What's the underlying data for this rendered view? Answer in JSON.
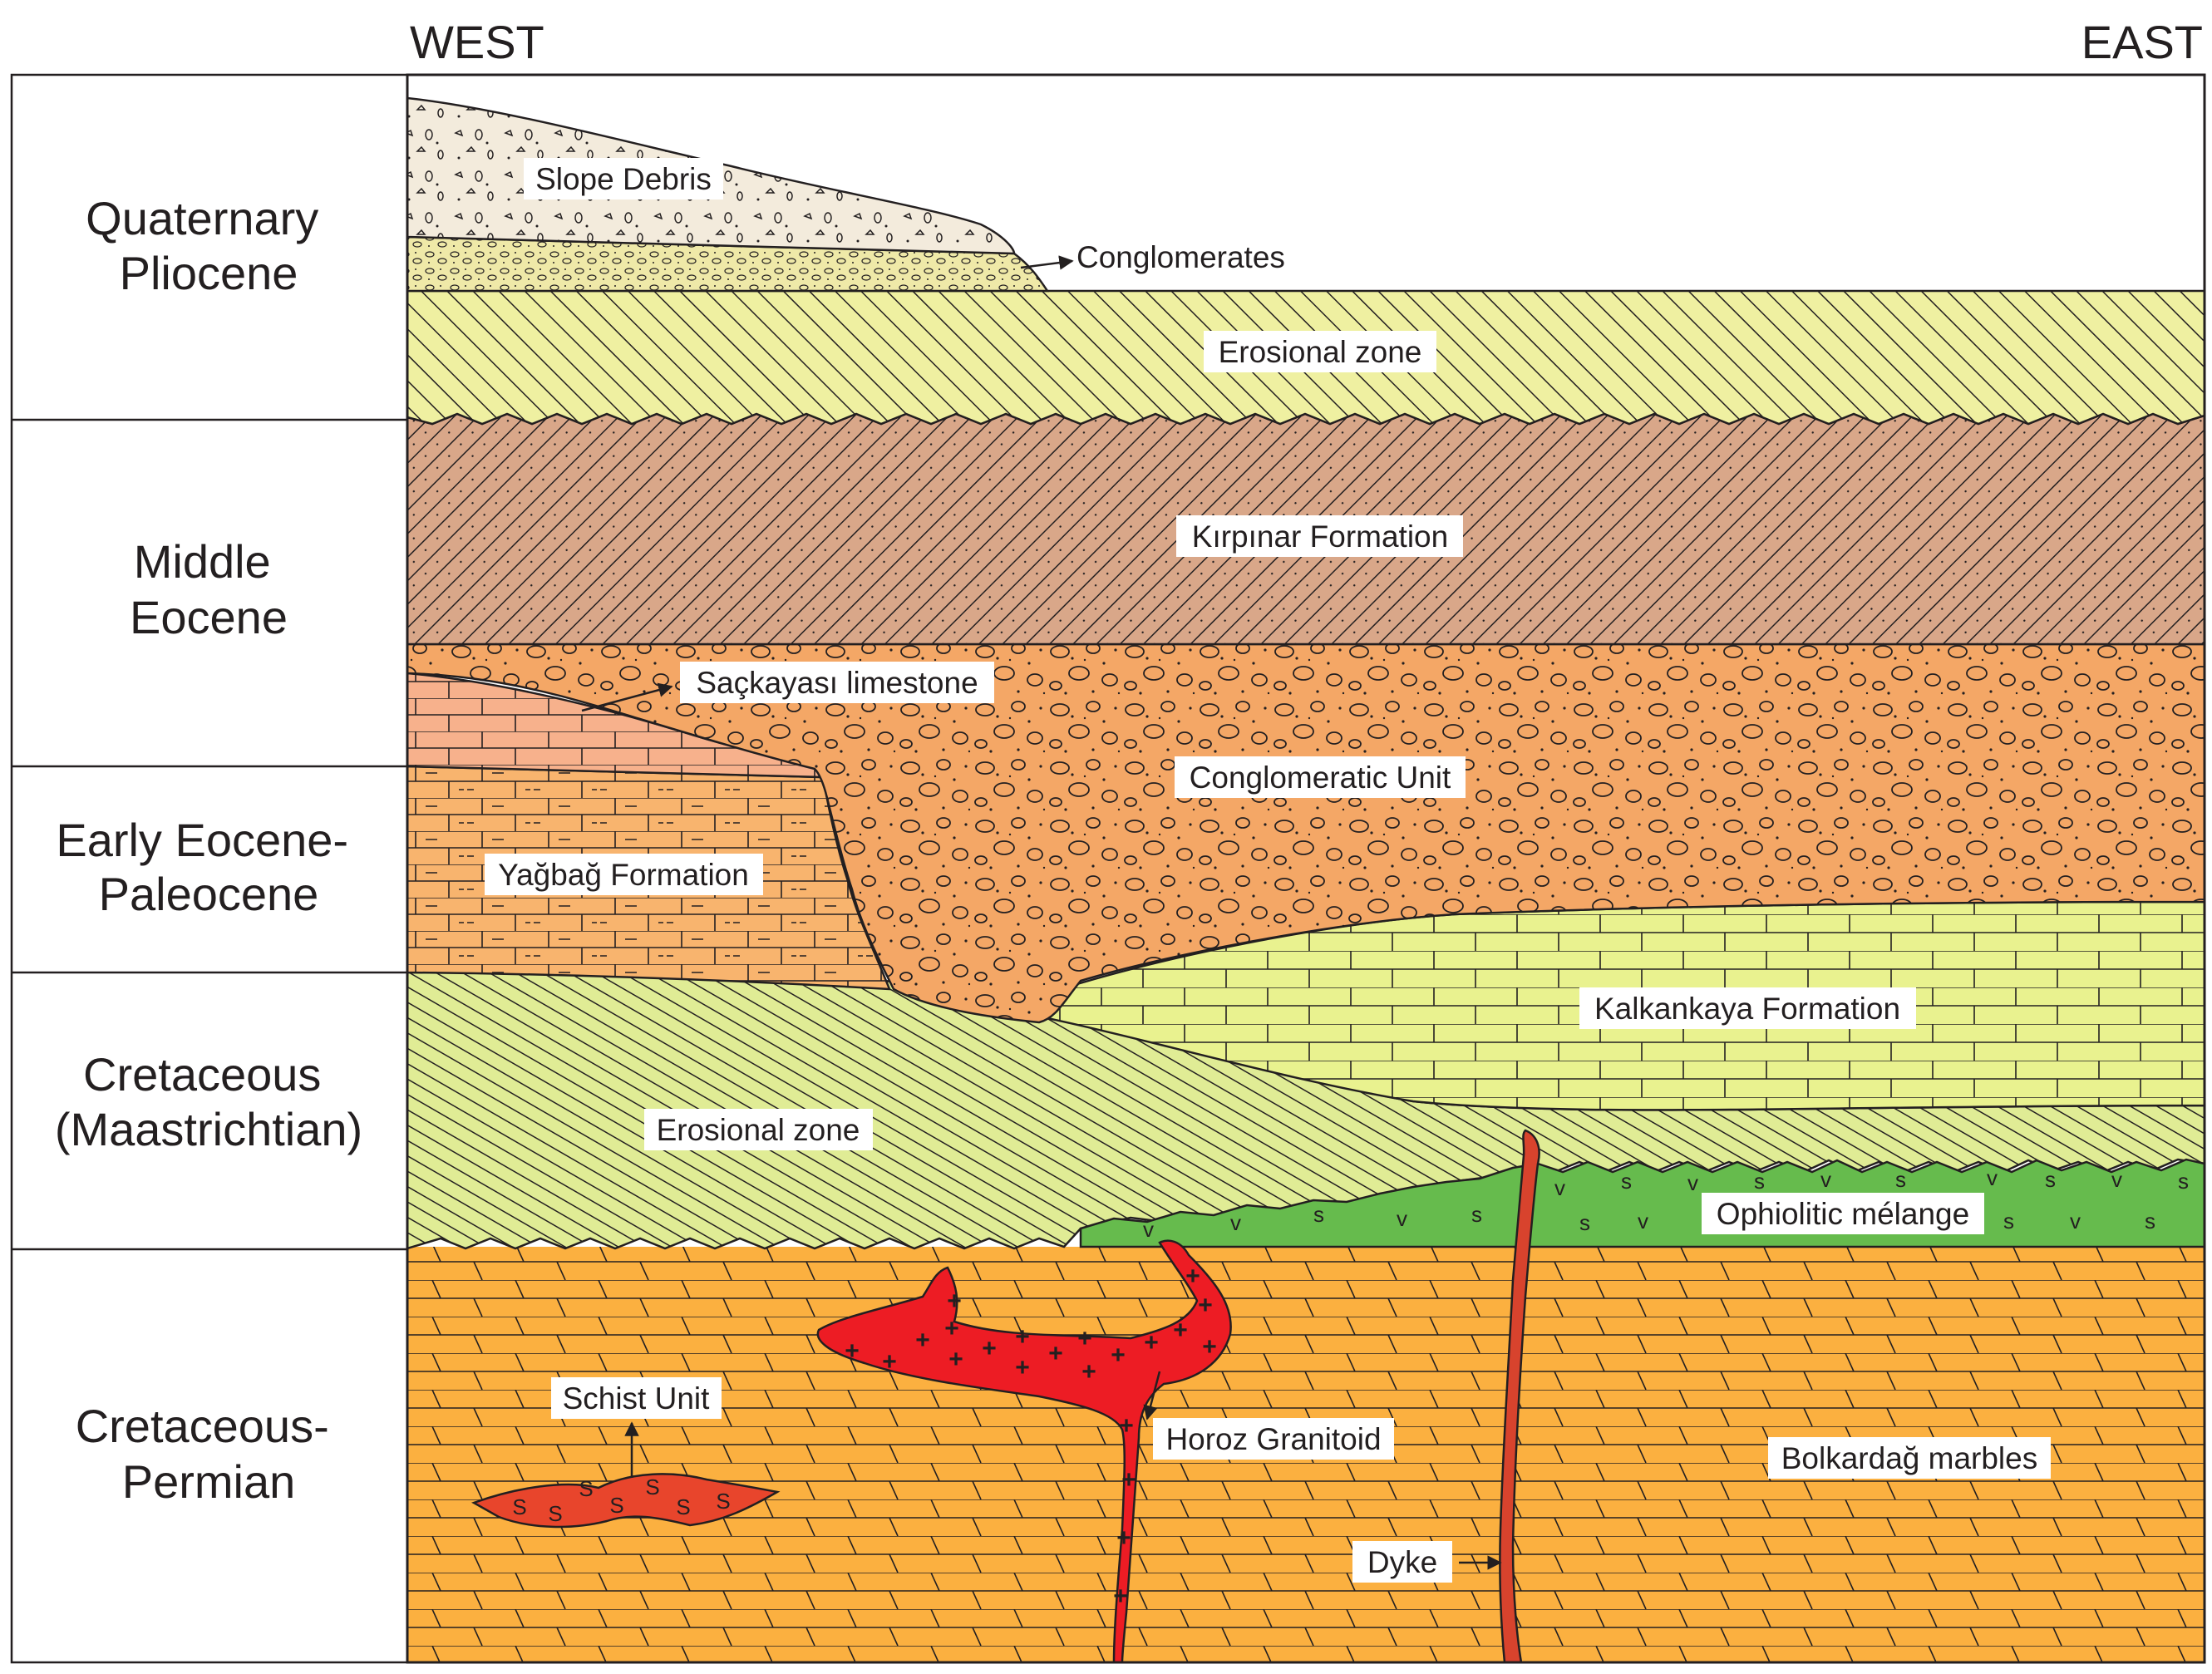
{
  "directions": {
    "west": "WEST",
    "east": "EAST"
  },
  "ages": [
    {
      "id": "quaternary",
      "lines": [
        "Quaternary",
        "Pliocene"
      ]
    },
    {
      "id": "middle_eocene",
      "lines": [
        "Middle",
        "Eocene"
      ]
    },
    {
      "id": "early_eocene",
      "lines": [
        "Early Eocene-",
        "Paleocene"
      ]
    },
    {
      "id": "cretaceous_maas",
      "lines": [
        "Cretaceous",
        "(Maastrichtian)"
      ]
    },
    {
      "id": "cretaceous_perm",
      "lines": [
        "Cretaceous-",
        "Permian"
      ]
    }
  ],
  "units": {
    "slope_debris": "Slope Debris",
    "conglomerates": "Conglomerates",
    "erosional_zone_top": "Erosional zone",
    "kirpinar": "Kırpınar Formation",
    "sackayasi": "Saçkayası limestone",
    "conglomeratic": "Conglomeratic Unit",
    "yagbag": "Yağbağ Formation",
    "kalkankaya": "Kalkankaya Formation",
    "erosional_zone_low": "Erosional zone",
    "ophiolitic": "Ophiolitic mélange",
    "schist": "Schist Unit",
    "horoz": "Horoz Granitoid",
    "bolkardag": "Bolkardağ marbles",
    "dyke": "Dyke"
  },
  "colors": {
    "slope_debris": "#f3ebdc",
    "conglomerates": "#efe9a8",
    "erosional_top": "#eff0a1",
    "kirpinar": "#d9a789",
    "conglomeratic": "#f4a766",
    "sackayasi": "#f7b18c",
    "yagbag": "#f8b46e",
    "kalkankaya": "#e9f28f",
    "erosional_low": "#e0ec95",
    "ophiolitic": "#66bb4d",
    "bolkardag": "#fbb040",
    "granitoid": "#ed1c24",
    "schist": "#e8452c",
    "dyke": "#d8432d"
  },
  "symbols": {
    "granite": "+",
    "schist": "S",
    "ophiolite_v": "v",
    "ophiolite_s": "s"
  }
}
